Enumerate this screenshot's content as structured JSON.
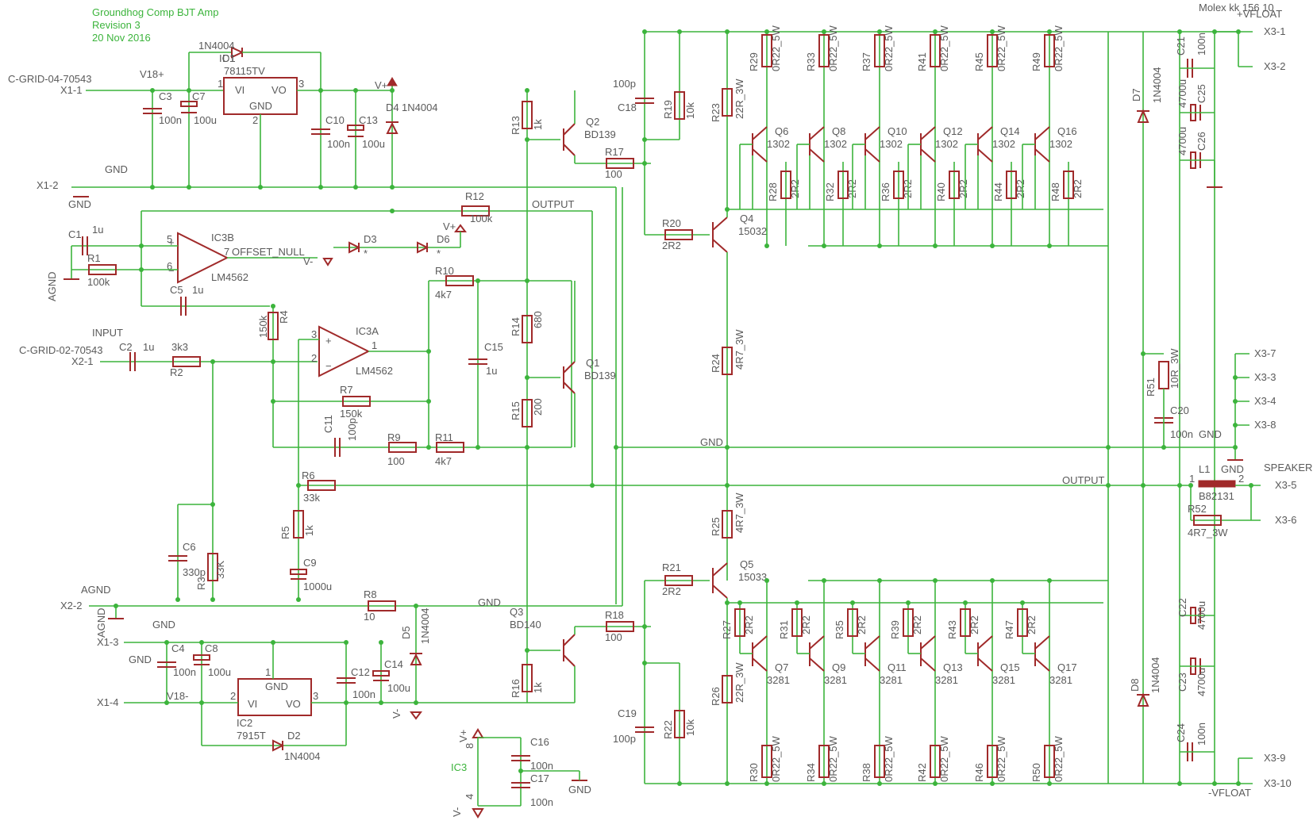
{
  "title": {
    "line1": "Groundhog Comp BJT Amp",
    "line2": "Revision 3",
    "line3": "20 Nov 2016"
  },
  "connectors": {
    "x1_name": "C-GRID-04-70543",
    "x1_1": "X1-1",
    "x1_2": "X1-2",
    "x1_3": "X1-3",
    "x1_4": "X1-4",
    "x2_name": "C-GRID-02-70543",
    "x2_1": "X2-1",
    "x2_2": "X2-2",
    "x3_name": "Molex kk 156 10",
    "x3_1": "X3-1",
    "x3_2": "X3-2",
    "x3_3": "X3-3",
    "x3_4": "X3-4",
    "x3_5": "X3-5",
    "x3_6": "X3-6",
    "x3_7": "X3-7",
    "x3_8": "X3-8",
    "x3_9": "X3-9",
    "x3_10": "X3-10"
  },
  "nets": {
    "v18p": "V18+",
    "v18m": "V18-",
    "gnd": "GND",
    "agnd": "AGND",
    "input": "INPUT",
    "output": "OUTPUT",
    "offset_null": "OFFSET_NULL",
    "vplus": "V+",
    "vminus": "V-",
    "vfloat_p": "+VFLOAT",
    "vfloat_m": "-VFLOAT",
    "speaker": "SPEAKER"
  },
  "parts": {
    "ic1": "IC1",
    "ic1_val": "78115TV",
    "ic2": "IC2",
    "ic2_val": "7915T",
    "vi": "VI",
    "vo": "VO",
    "gnd_pin": "GND",
    "pin1": "1",
    "pin2": "2",
    "pin3": "3",
    "pin4": "4",
    "pin5": "5",
    "pin6": "6",
    "pin7": "7",
    "pin8": "8",
    "ic3a": "IC3A",
    "ic3b": "IC3B",
    "ic3": "IC3",
    "lm4562": "LM4562",
    "d1": "D1",
    "d2": "D2",
    "d3": "D3",
    "d4": "D4",
    "d5": "D5",
    "d6": "D6",
    "d7": "D7",
    "d8": "D8",
    "n4004": "1N4004",
    "star": "*",
    "c1": "C1",
    "c2": "C2",
    "c3": "C3",
    "c4": "C4",
    "c5": "C5",
    "c6": "C6",
    "c7": "C7",
    "c8": "C8",
    "c9": "C9",
    "c10": "C10",
    "c11": "C11",
    "c12": "C12",
    "c13": "C13",
    "c14": "C14",
    "c15": "C15",
    "c16": "C16",
    "c17": "C17",
    "c18": "C18",
    "c19": "C19",
    "c20": "C20",
    "c21": "C21",
    "c22": "C22",
    "c23": "C23",
    "c24": "C24",
    "c25": "C25",
    "c26": "C26",
    "v1u": "1u",
    "v100n": "100n",
    "v100u": "100u",
    "v330p": "330p",
    "v1000u": "1000u",
    "v100p": "100p",
    "v4700u": "4700u",
    "r1": "R1",
    "r2": "R2",
    "r3": "R3",
    "r4": "R4",
    "r5": "R5",
    "r6": "R6",
    "r7": "R7",
    "r8": "R8",
    "r9": "R9",
    "r10": "R10",
    "r11": "R11",
    "r12": "R12",
    "r13": "R13",
    "r14": "R14",
    "r15": "R15",
    "r16": "R16",
    "r17": "R17",
    "r18": "R18",
    "r19": "R19",
    "r20": "R20",
    "r21": "R21",
    "r22": "R22",
    "r23": "R23",
    "r24": "R24",
    "r25": "R25",
    "r26": "R26",
    "r51": "R51",
    "r52": "R52",
    "v100k": "100k",
    "v3k3": "3k3",
    "v33K": "33K",
    "v150k": "150k",
    "v1k": "1k",
    "v33k": "33k",
    "v10": "10",
    "v100": "100",
    "v4k7": "4k7",
    "v680": "680",
    "v200": "200",
    "v10k": "10k",
    "v2r2": "2R2",
    "v22r3w": "22R_3W",
    "v4r73w": "4R7_3W",
    "v10r3w": "10R_3W",
    "v4r7_3w": "4R7_3W",
    "v0r22": "0R22_5W",
    "q1": "Q1",
    "q2": "Q2",
    "q3": "Q3",
    "q4": "Q4",
    "q5": "Q5",
    "bd139": "BD139",
    "bd140": "BD140",
    "v15032": "15032",
    "v15033": "15033",
    "v1302": "1302",
    "v3281": "3281",
    "l1": "L1",
    "b82131": "B82131"
  },
  "upper_array": {
    "emitter_r": [
      "R29",
      "R33",
      "R37",
      "R41",
      "R45",
      "R49"
    ],
    "base_r": [
      "R28",
      "R32",
      "R36",
      "R40",
      "R44",
      "R48"
    ],
    "transistors": [
      "Q6",
      "Q8",
      "Q10",
      "Q12",
      "Q14",
      "Q16"
    ]
  },
  "lower_array": {
    "base_r": [
      "R27",
      "R31",
      "R35",
      "R39",
      "R43",
      "R47"
    ],
    "emitter_r": [
      "R30",
      "R34",
      "R38",
      "R42",
      "R46",
      "R50"
    ],
    "transistors": [
      "Q7",
      "Q9",
      "Q11",
      "Q13",
      "Q15",
      "Q17"
    ]
  }
}
